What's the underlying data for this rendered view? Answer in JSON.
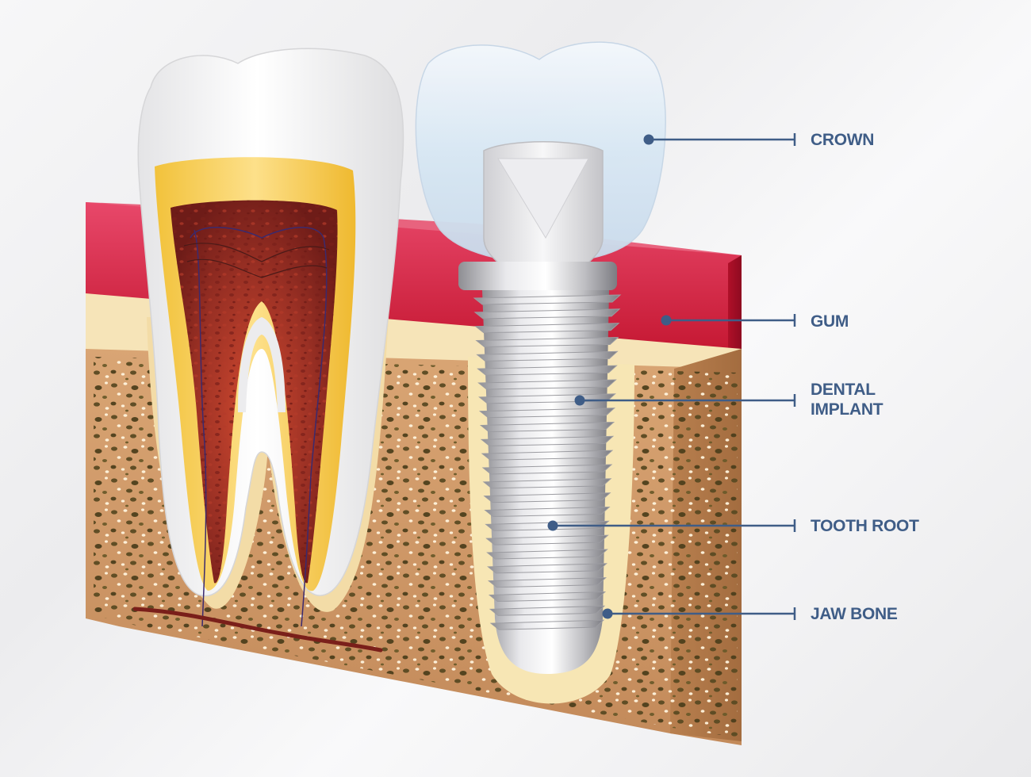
{
  "colors": {
    "label": "#3f5d87",
    "leader": "#3f5d87",
    "gum": "#d2203d",
    "bone": "#cf9a6a",
    "enamel": "#f4f4f4",
    "dentin": "#f5c842",
    "pulp": "#8f2a22",
    "implant": "#c9c9cc",
    "crown": "#dbe9f5"
  },
  "labels": {
    "crown": "CROWN",
    "gum": "GUM",
    "dental_implant_line1": "DENTAL",
    "dental_implant_line2": "IMPLANT",
    "tooth_root": "TOOTH ROOT",
    "jaw_bone": "JAW BONE"
  }
}
